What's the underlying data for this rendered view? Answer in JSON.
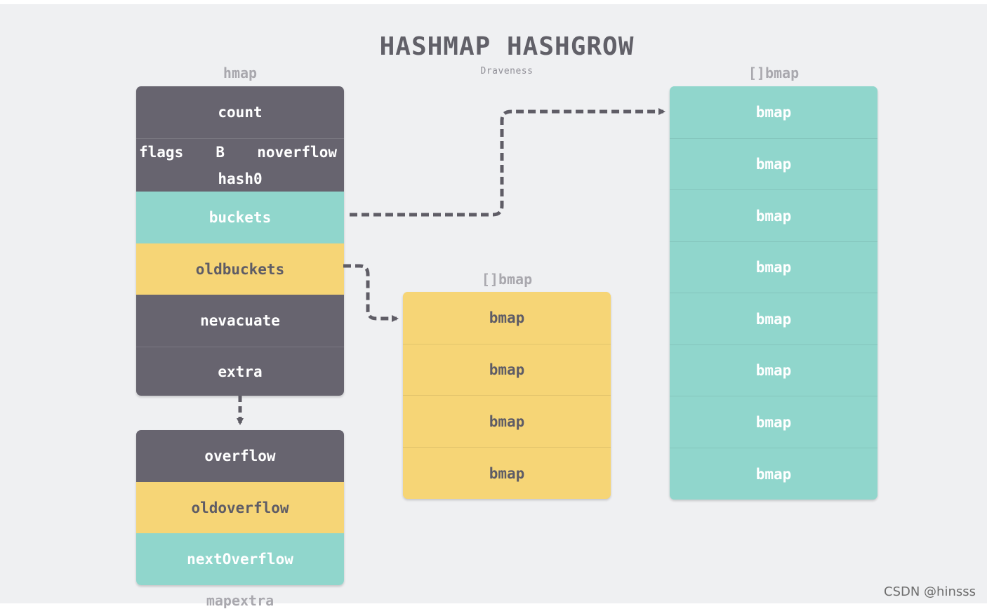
{
  "title": "HASHMAP HASHGROW",
  "subtitle": "Draveness",
  "hmap": {
    "label": "hmap",
    "count": "count",
    "flags": "flags",
    "B": "B",
    "noverflow": "noverflow",
    "hash0": "hash0",
    "buckets": "buckets",
    "oldbuckets": "oldbuckets",
    "nevacuate": "nevacuate",
    "extra": "extra"
  },
  "mapextra": {
    "label": "mapextra",
    "overflow": "overflow",
    "oldoverflow": "oldoverflow",
    "nextOverflow": "nextOverflow"
  },
  "old_buckets": {
    "label": "[]bmap",
    "items": [
      "bmap",
      "bmap",
      "bmap",
      "bmap"
    ]
  },
  "new_buckets": {
    "label": "[]bmap",
    "items": [
      "bmap",
      "bmap",
      "bmap",
      "bmap",
      "bmap",
      "bmap",
      "bmap",
      "bmap"
    ]
  },
  "colors": {
    "dark": "#67646f",
    "teal": "#90d6cc",
    "yellow": "#f6d576",
    "arrow": "#5f5d66",
    "background": "#eff0f2"
  },
  "watermark": "CSDN @hinsss"
}
